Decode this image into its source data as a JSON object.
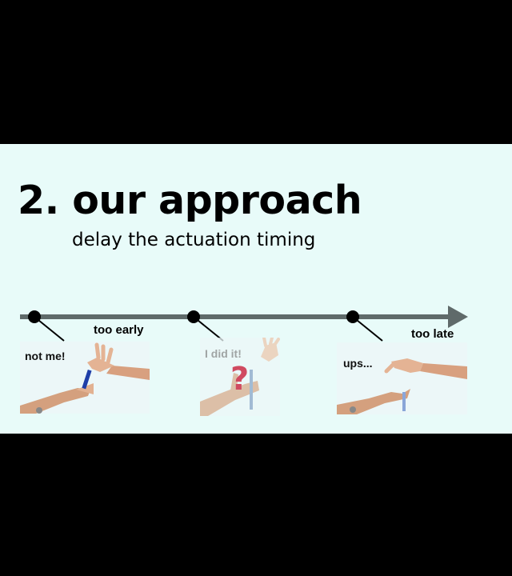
{
  "slide": {
    "title": "2. our approach",
    "subtitle": "delay the actuation timing"
  },
  "timeline": {
    "labels": {
      "early": "too early",
      "late": "too late"
    }
  },
  "frames": [
    {
      "caption": "not me!"
    },
    {
      "caption": "I did it!",
      "symbol": "?"
    },
    {
      "caption": "ups..."
    }
  ],
  "colors": {
    "background": "#000000",
    "slide": "#e8fbf9",
    "timeline": "#5f6a6a",
    "marker": "#000000",
    "question_mark": "#c8102e",
    "pen": "#1f3fa8"
  }
}
